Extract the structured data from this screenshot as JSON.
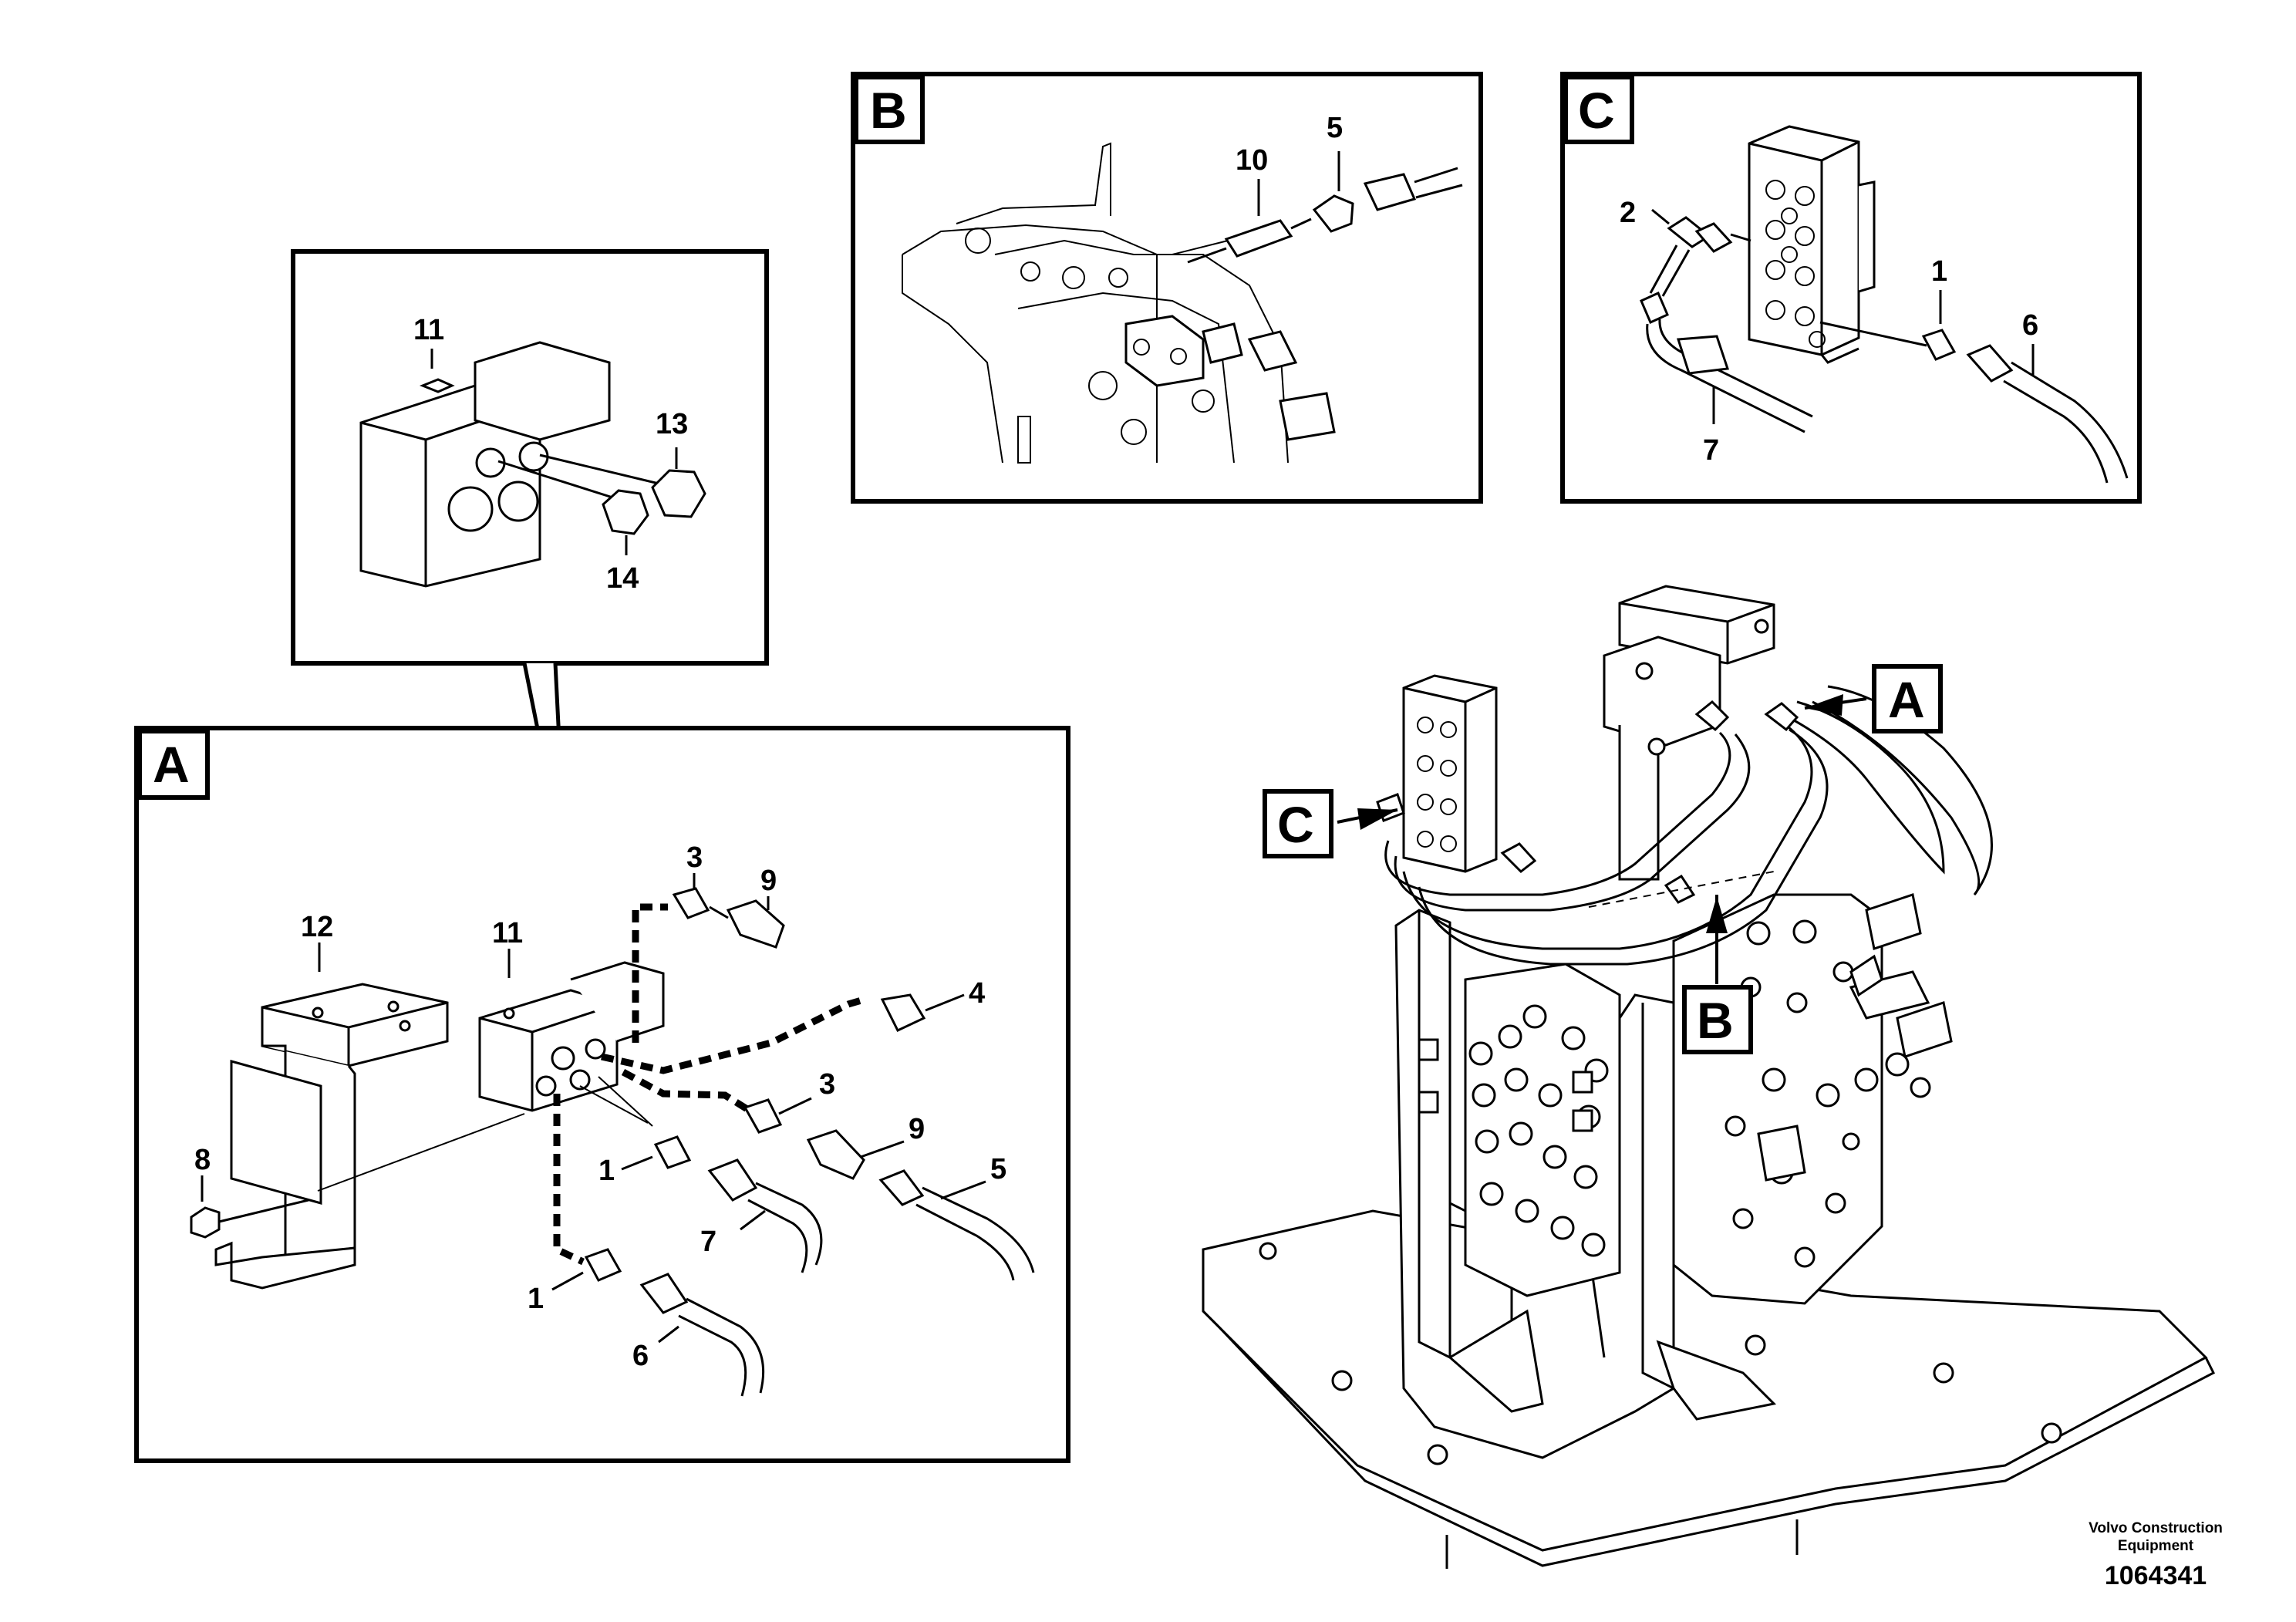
{
  "callouts": {
    "detail_view": {
      "n11": "11",
      "n13": "13",
      "n14": "14"
    },
    "view_a": {
      "tag": "A",
      "n12": "12",
      "n11": "11",
      "n8": "8",
      "n3_top": "3",
      "n9_top": "9",
      "n4": "4",
      "n3_mid": "3",
      "n9_mid": "9",
      "n5": "5",
      "n1_upper": "1",
      "n7": "7",
      "n1_lower": "1",
      "n6": "6"
    },
    "view_b": {
      "tag": "B",
      "n10": "10",
      "n5": "5"
    },
    "view_c": {
      "tag": "C",
      "n2": "2",
      "n1": "1",
      "n6": "6",
      "n7": "7"
    },
    "main_view": {
      "tag_a": "A",
      "tag_b": "B",
      "tag_c": "C"
    }
  },
  "footer": {
    "maker_line1": "Volvo Construction",
    "maker_line2": "Equipment",
    "drawing_number": "1064341"
  }
}
